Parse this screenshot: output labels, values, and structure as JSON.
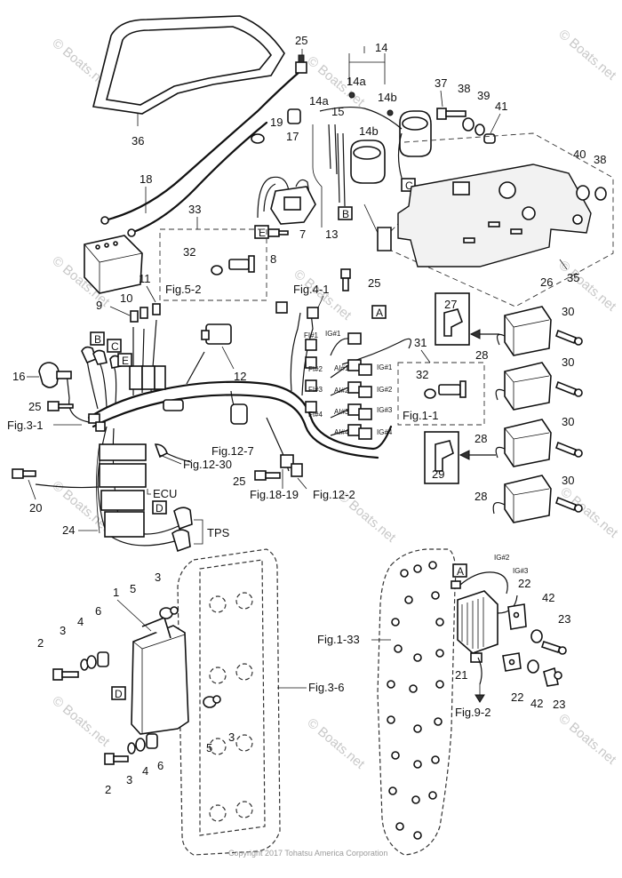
{
  "watermark": "© Boats.net",
  "copyright": "Copyright 2017 Tohatsu America Corporation",
  "part_numbers": {
    "p1": "1",
    "p2a": "2",
    "p2b": "2",
    "p3a": "3",
    "p3b": "3",
    "p3c": "3",
    "p3d": "3",
    "p4a": "4",
    "p4b": "4",
    "p5a": "5",
    "p5b": "5",
    "p6a": "6",
    "p6b": "6",
    "p7": "7",
    "p8": "8",
    "p9": "9",
    "p10": "10",
    "p11": "11",
    "p12": "12",
    "p13": "13",
    "p14": "14",
    "p14a1": "14a",
    "p14a2": "14a",
    "p14b1": "14b",
    "p14b2": "14b",
    "p15": "15",
    "p16": "16",
    "p17": "17",
    "p18": "18",
    "p19": "19",
    "p20": "20",
    "p21": "21",
    "p22a": "22",
    "p22b": "22",
    "p23a": "23",
    "p23b": "23",
    "p24": "24",
    "p25a": "25",
    "p25b": "25",
    "p25c": "25",
    "p25d": "25",
    "p26": "26",
    "p27": "27",
    "p28a": "28",
    "p28b": "28",
    "p28c": "28",
    "p29": "29",
    "p30a": "30",
    "p30b": "30",
    "p30c": "30",
    "p30d": "30",
    "p31": "31",
    "p32a": "32",
    "p32b": "32",
    "p33": "33",
    "p35": "35",
    "p36": "36",
    "p37": "37",
    "p38a": "38",
    "p38b": "38",
    "p39": "39",
    "p40": "40",
    "p41": "41",
    "p42a": "42",
    "p42b": "42"
  },
  "figure_refs": {
    "fig5_2": "Fig.5-2",
    "fig4_1": "Fig.4-1",
    "fig1_1": "Fig.1-1",
    "fig3_1": "Fig.3-1",
    "fig12_7": "Fig.12-7",
    "fig12_30": "Fig.12-30",
    "fig18_19": "Fig.18-19",
    "fig12_2": "Fig.12-2",
    "fig3_6": "Fig.3-6",
    "fig1_33": "Fig.1-33",
    "fig9_2": "Fig.9-2"
  },
  "box_labels": {
    "A1": "A",
    "A2": "A",
    "B1": "B",
    "B2": "B",
    "C1": "C",
    "C2": "C",
    "D1": "D",
    "D2": "D",
    "E1": "E",
    "E2": "E"
  },
  "text_labels": {
    "ecu": "ECU",
    "tps": "TPS",
    "ig1": "IG#1",
    "ig2": "IG#2",
    "ig3": "IG#3",
    "ig4": "IG#4",
    "ig1b": "IG#1",
    "fi1": "FI#1",
    "fi2": "FI#2",
    "fi3": "FI#3",
    "fi4": "FI#4",
    "ai1": "AI#1",
    "ai2": "AI#2",
    "ai3": "AI#3",
    "ai4": "AI#4",
    "reg_ig2": "IG#2",
    "reg_ig3": "IG#3"
  }
}
